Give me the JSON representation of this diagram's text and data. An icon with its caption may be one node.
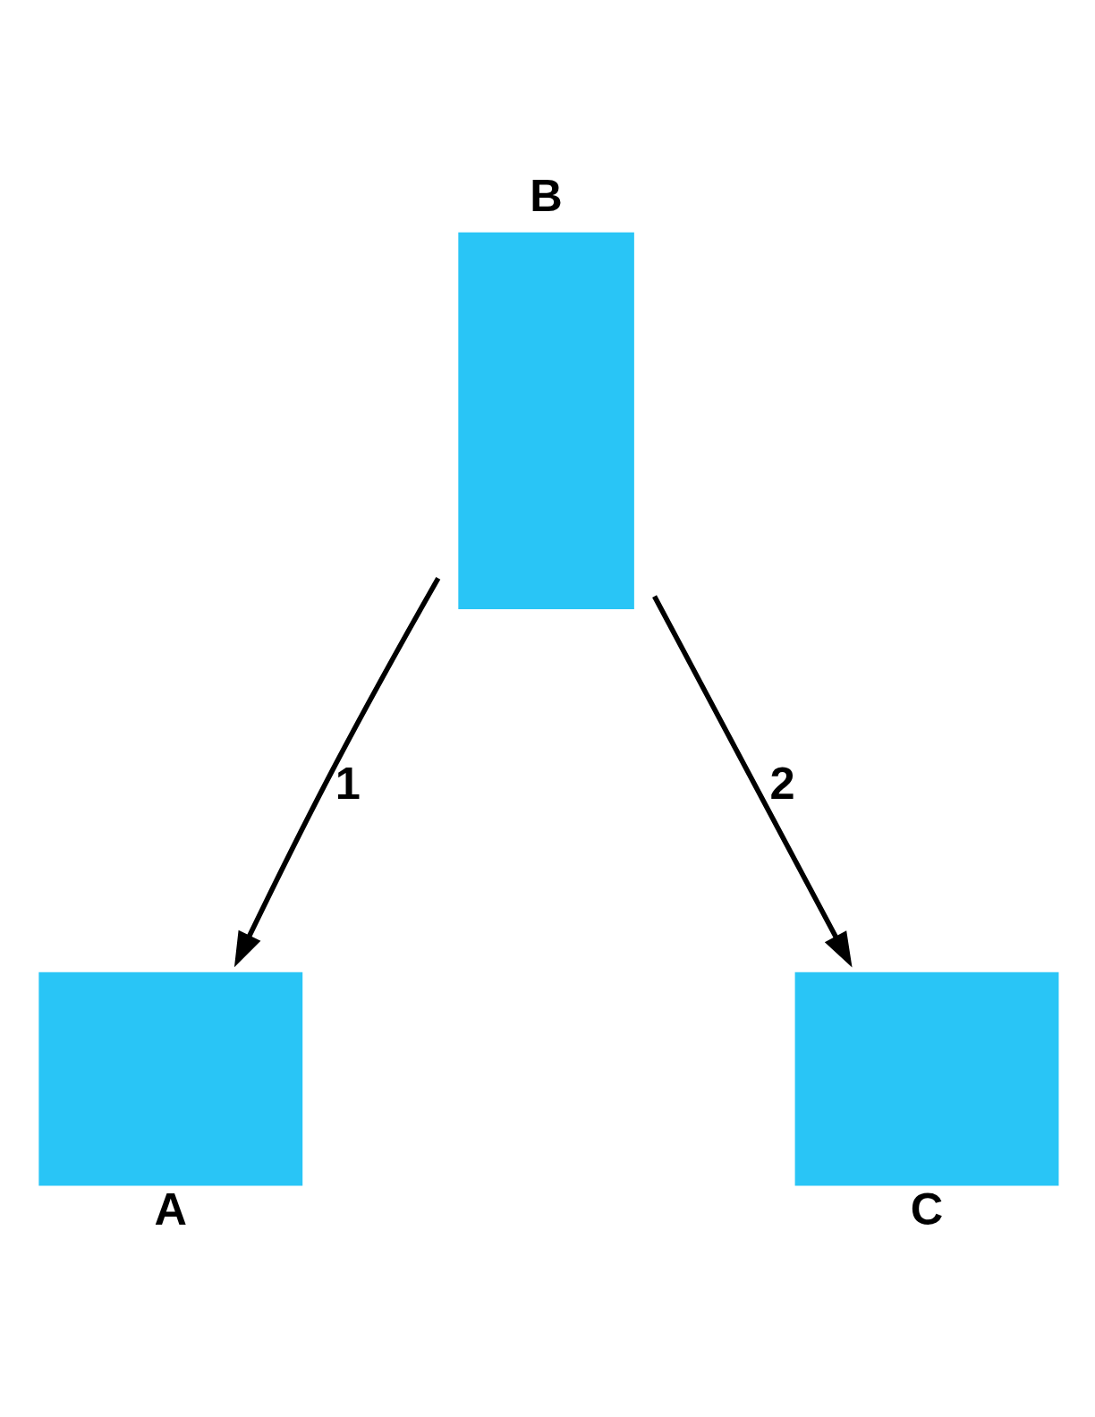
{
  "diagram": {
    "nodes": [
      {
        "text": [
          "B"
        ]
      },
      {
        "text": [
          "A"
        ]
      },
      {
        "text": [
          "C"
        ]
      }
    ],
    "edges": [
      {
        "from": 0,
        "to": 1,
        "label": "1",
        "arrow": "to"
      },
      {
        "from": 0,
        "to": 2,
        "label": "2",
        "arrow": "to"
      }
    ]
  }
}
